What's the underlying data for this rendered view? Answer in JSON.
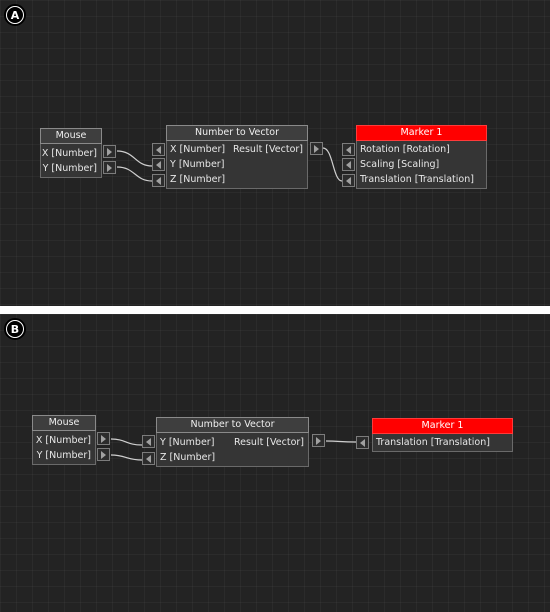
{
  "panels": {
    "a": {
      "label": "A",
      "mouse_node": {
        "title": "Mouse",
        "outputs": [
          "X [Number]",
          "Y [Number]"
        ]
      },
      "vector_node": {
        "title": "Number to Vector",
        "inputs": [
          "X [Number]",
          "Y [Number]",
          "Z [Number]"
        ],
        "output": "Result [Vector]"
      },
      "marker_node": {
        "title": "Marker 1",
        "inputs": [
          "Rotation [Rotation]",
          "Scaling [Scaling]",
          "Translation [Translation]"
        ]
      }
    },
    "b": {
      "label": "B",
      "mouse_node": {
        "title": "Mouse",
        "outputs": [
          "X [Number]",
          "Y [Number]"
        ]
      },
      "vector_node": {
        "title": "Number to Vector",
        "inputs": [
          "Y [Number]",
          "Z [Number]"
        ],
        "output": "Result [Vector]"
      },
      "marker_node": {
        "title": "Marker 1",
        "inputs": [
          "Translation [Translation]"
        ]
      }
    }
  },
  "colors": {
    "canvas": "#232323",
    "marker_header": "#ff0000",
    "wire": "#d0d0d0"
  }
}
